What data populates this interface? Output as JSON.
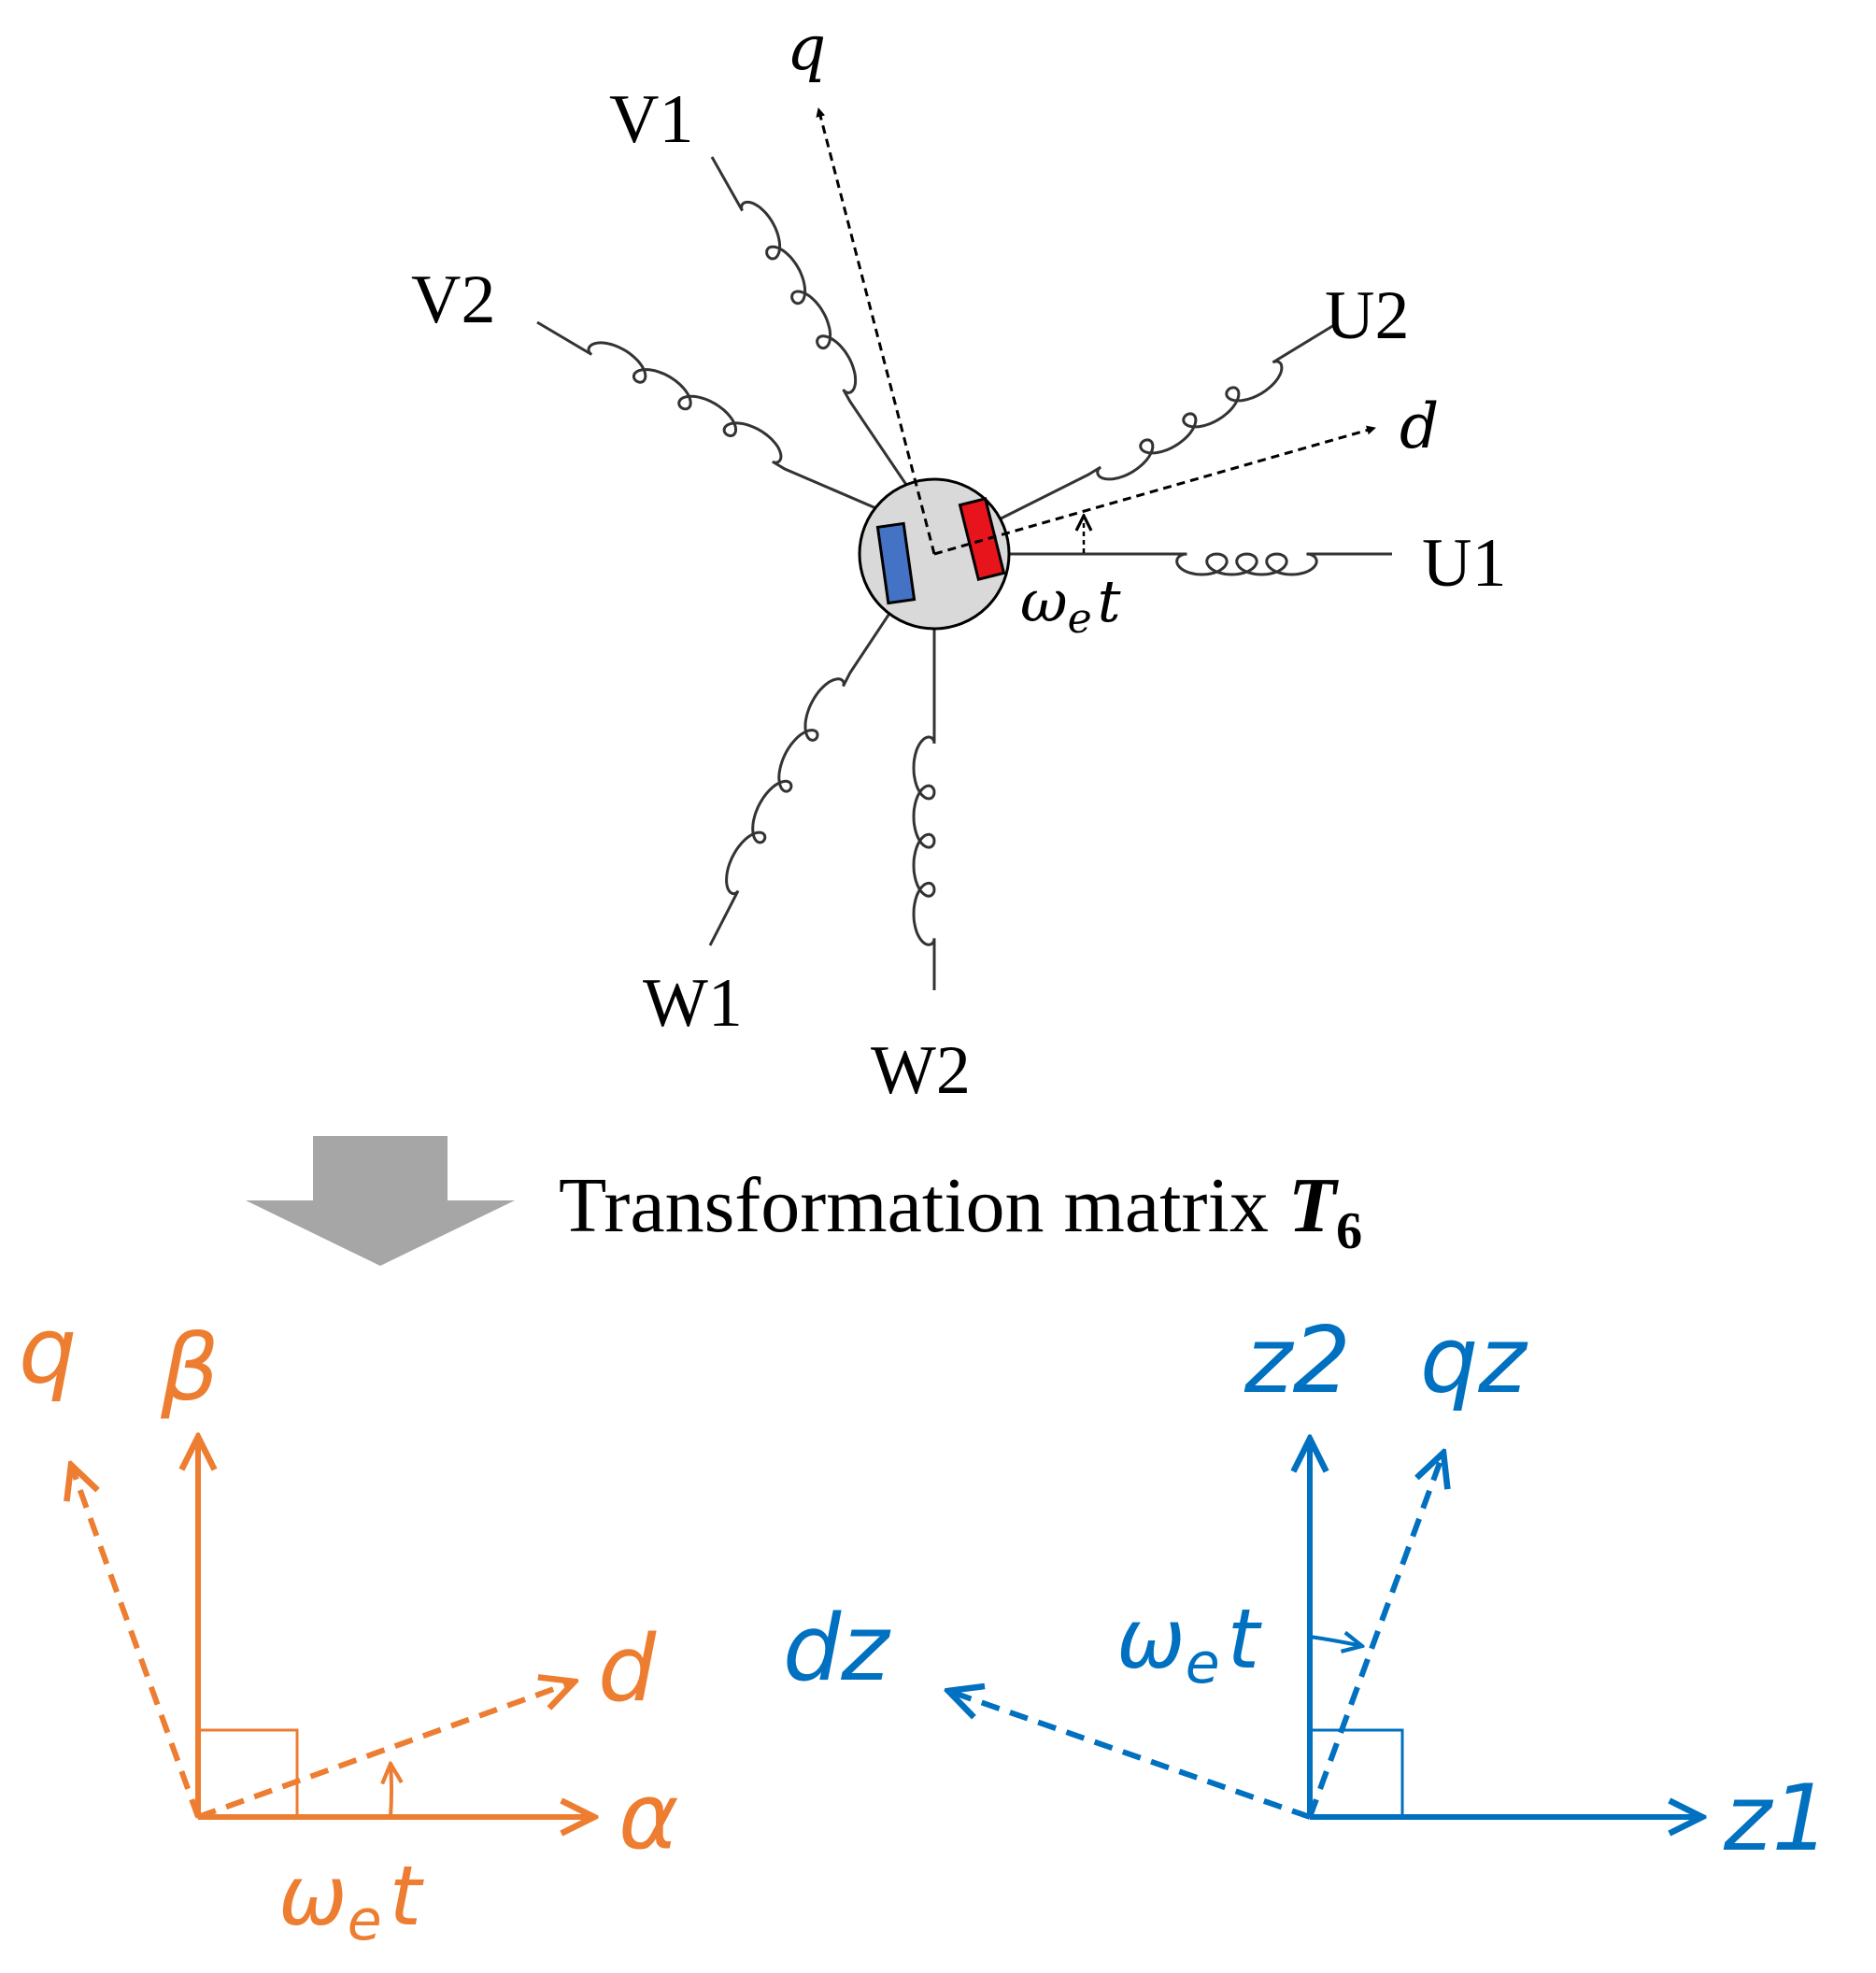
{
  "motor": {
    "terminals": {
      "u1": "U1",
      "u2": "U2",
      "v1": "V1",
      "v2": "V2",
      "w1": "W1",
      "w2": "W2"
    },
    "axis_d": "d",
    "axis_q": "q",
    "angle_symbol": "ω",
    "angle_sub": "e",
    "angle_t": "t"
  },
  "transform": {
    "text": "Transformation matrix ",
    "matrix_symbol": "T",
    "matrix_sub": "6"
  },
  "frame_ab": {
    "alpha": "α",
    "beta": "β",
    "d": "d",
    "q": "q",
    "angle_symbol": "ω",
    "angle_sub": "e",
    "angle_t": "t",
    "color": "#ED7D31"
  },
  "frame_z": {
    "z1": "z1",
    "z2": "z2",
    "dz": "dz",
    "qz": "qz",
    "angle_symbol": "ω",
    "angle_sub": "e",
    "angle_t": "t",
    "color": "#0070C0"
  },
  "colors": {
    "magnet_n": "#E8141B",
    "magnet_s": "#4472C4",
    "rotor_fill": "#D9D9D9",
    "arrow_gray": "#A6A6A6",
    "line": "#000000"
  }
}
